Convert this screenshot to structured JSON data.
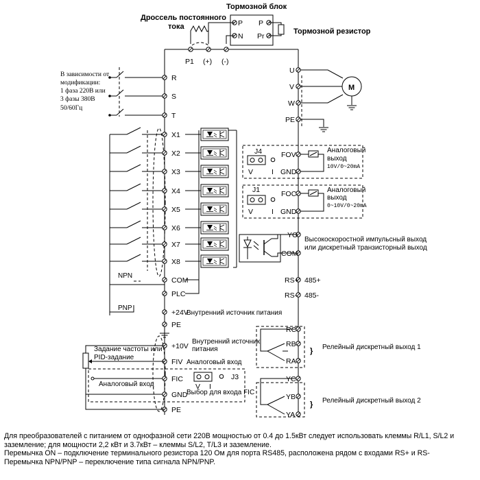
{
  "labels": {
    "brake_unit": "Тормозной блок",
    "dc_choke_1": "Дроссель постоянного",
    "dc_choke_2": "тока",
    "brake_resistor": "Тормозной резистор",
    "supply_1": "В зависимости от",
    "supply_2": "модификации:",
    "supply_3": "1 фаза 220В или",
    "supply_4": "3 фазы 380В",
    "supply_5": "50/60Гц",
    "npn": "NPN",
    "pnp": "PNP",
    "internal_supply_24v": "Внутренний источник питания",
    "internal_supply_10v_1": "Внутренний источник",
    "internal_supply_10v_2": "питания",
    "analog_input_fiv": "Аналоговый вход",
    "freq_setting_1": "Задание частоты или",
    "freq_setting_2": "PID-задание",
    "analog_input_left": "Аналоговый вход",
    "fic_select": "Выбор для входа FIC",
    "analog_output_1": "Аналоговый",
    "analog_output_2": "выход",
    "analog_range_v": "10V/0~20mA",
    "analog_range_i": "0~10V/0~20mA",
    "pulse_output_1": "Высокоскоростной импульсный выход",
    "pulse_output_2": "или дискретный транзисторный выход",
    "relay_output_1": "Релейный дискретный выход 1",
    "relay_output_2": "Релейный дискретный выход 2",
    "motor": "M"
  },
  "terminals": {
    "p1": "P1",
    "plus": "(+)",
    "minus": "(-)",
    "bu_p": "P",
    "bu_n": "N",
    "bu_p2": "P",
    "bu_pr": "Pr",
    "r": "R",
    "s": "S",
    "t": "T",
    "x1": "X1",
    "x2": "X2",
    "x3": "X3",
    "x4": "X4",
    "x5": "X5",
    "x6": "X6",
    "x7": "X7",
    "x8": "X8",
    "com": "COM",
    "plc": "PLC",
    "v24": "+24V",
    "pe1": "PE",
    "v10": "+10V",
    "fiv": "FIV",
    "fic": "FIC",
    "gnd": "GND",
    "pe2": "PE",
    "u": "U",
    "v": "V",
    "w": "W",
    "pe_out": "PE",
    "j4": "J4",
    "j1": "J1",
    "j3": "J3",
    "fov": "FOV",
    "foc": "FOC",
    "gnd_ao1": "GND",
    "gnd_ao2": "GND",
    "jv1": "V",
    "ji1": "I",
    "jv2": "V",
    "ji2": "I",
    "jv3": "V",
    "ji3": "I",
    "yo": "YO",
    "com_out": "COM",
    "rs_plus": "RS+",
    "rs_minus": "RS-",
    "rs485_plus": "485+",
    "rs485_minus": "485-",
    "rc": "RC",
    "rb": "RB",
    "ra": "RA",
    "yc": "YC",
    "yb": "YB",
    "ya": "YA"
  },
  "notes": [
    "Для преобразователей с питанием от однофазной сети 220В мощностью от 0.4 до 1.5кВт следует использовать клеммы R/L1, S/L2 и",
    "заземление; для мощности 2,2 кВт и 3.7кВт – клеммы S/L2, T/L3 и заземление.",
    "Перемычка ON – подключение терминального резистора 120 Ом для порта RS485, расположена рядом с входами RS+ и RS-",
    "Перемычка NPN/PNP – переключение типа сигнала NPN/PNP."
  ]
}
